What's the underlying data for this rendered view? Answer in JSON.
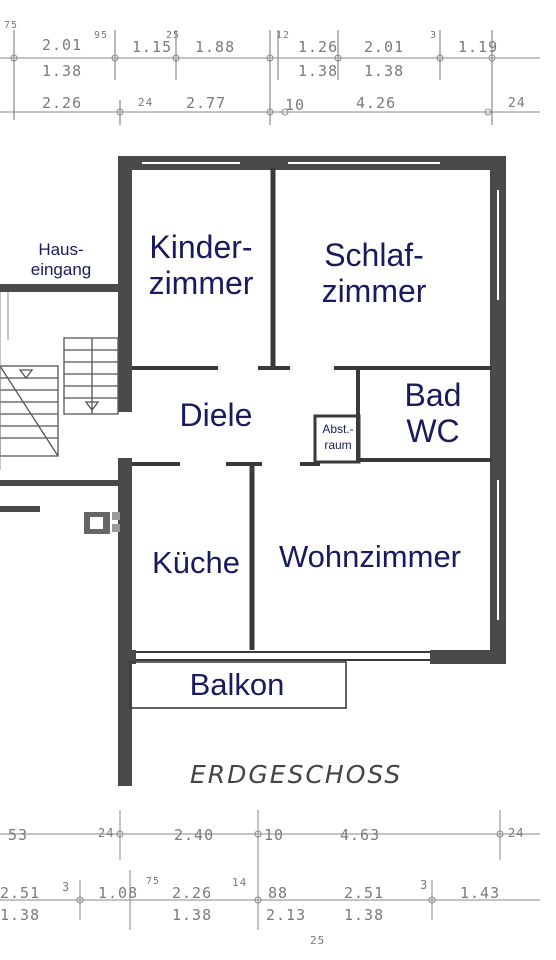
{
  "plan": {
    "title": "ERDGESCHOSS",
    "entrance": "Haus-\neingang",
    "rooms": {
      "kinderzimmer": "Kinder-\nzimmer",
      "schlafzimmer": "Schlaf-\nzimmer",
      "bad": "Bad\nWC",
      "diele": "Diele",
      "abstellraum": "Abst.-\nraum",
      "kueche": "Küche",
      "wohnzimmer": "Wohnzimmer",
      "balkon": "Balkon"
    }
  },
  "dimensions": {
    "top": {
      "r1": [
        "75",
        "2.01",
        "95",
        "1.15",
        "25",
        "1.88",
        "12",
        "1.26",
        "2.01",
        "3",
        "1.19"
      ],
      "r2": [
        "1.38",
        "1.38",
        "1.38"
      ],
      "r3": [
        "2.26",
        "24",
        "2.77",
        "10",
        "4.26",
        "24"
      ]
    },
    "bottom": {
      "r1": [
        "53",
        "24",
        "2.40",
        "10",
        "4.63",
        "24"
      ],
      "r2": [
        "2.51",
        "3",
        "1.08",
        "75",
        "2.26",
        "14",
        "88",
        "2.51",
        "3",
        "1.43"
      ],
      "r3": [
        "1.38",
        "1.38",
        "2.13",
        "1.38"
      ],
      "r4": [
        "25"
      ]
    }
  },
  "colors": {
    "wall": "#4a4a4a",
    "label": "#1a1a5e",
    "dimension": "#7a7a7a"
  }
}
